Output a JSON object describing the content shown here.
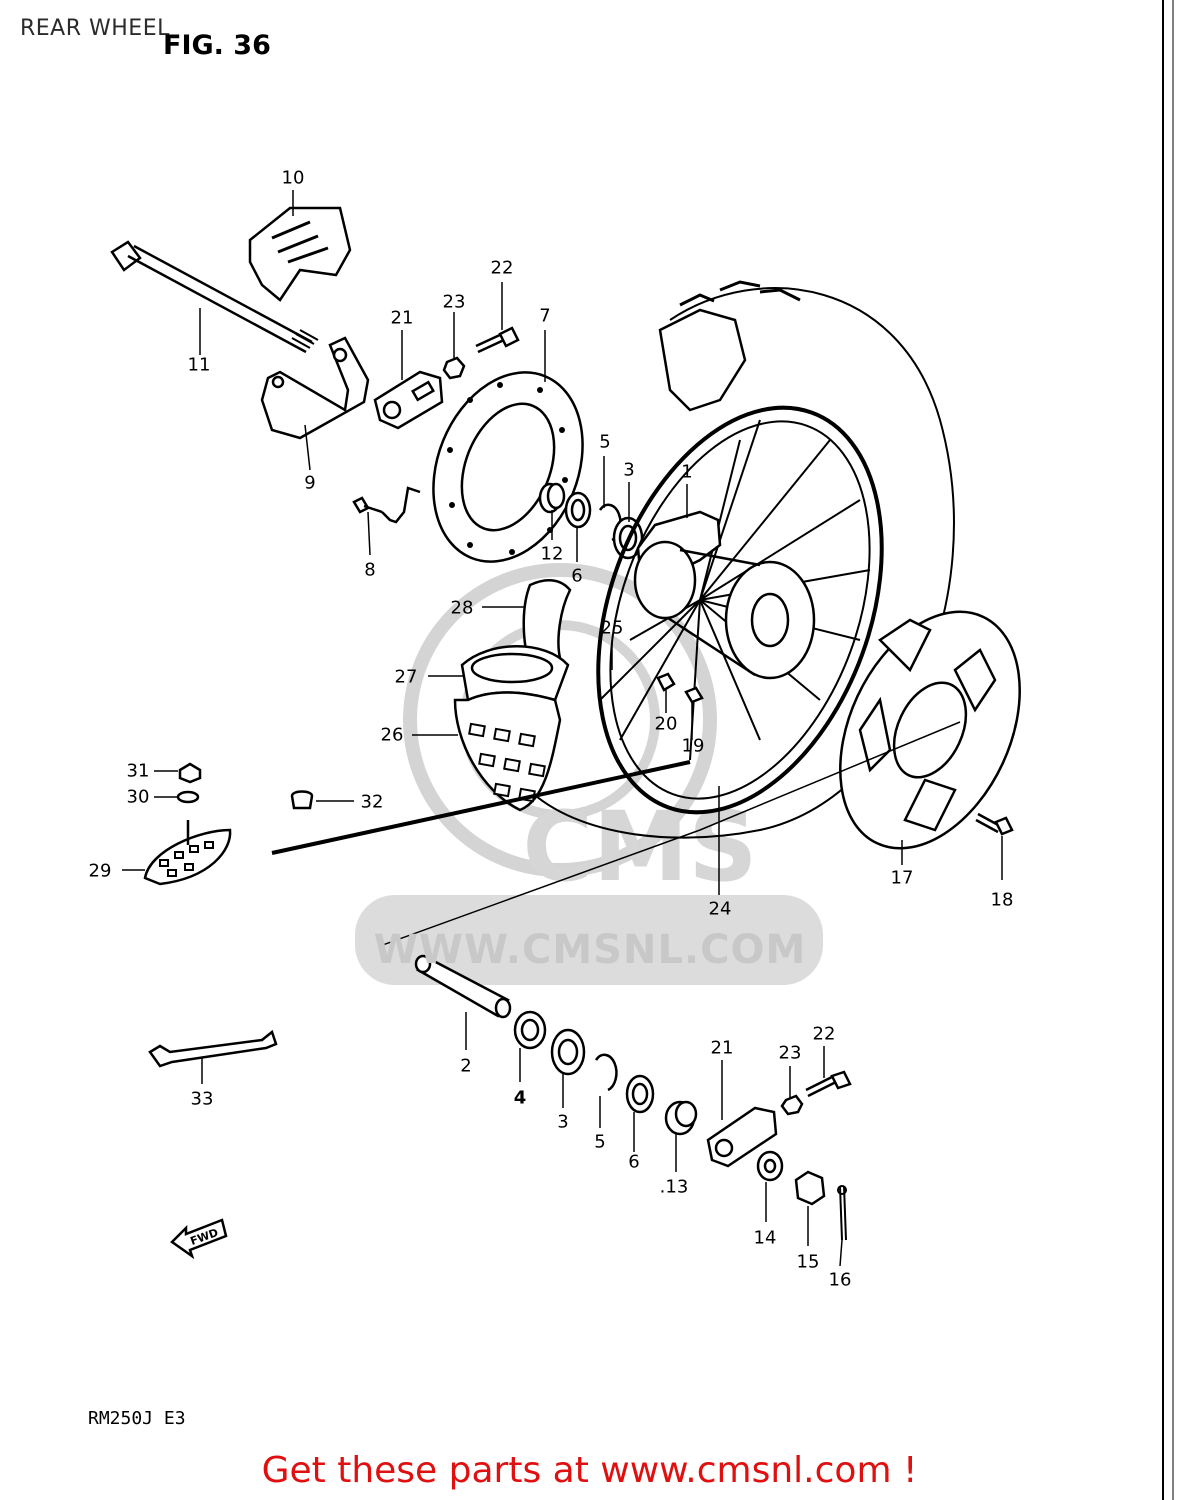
{
  "header": {
    "title": "REAR WHEEL",
    "figure": "FIG. 36"
  },
  "footer": {
    "model": "RM250J  E3",
    "cta": "Get these parts at www.cmsnl.com !"
  },
  "watermark": {
    "brand": "CMS",
    "url": "WWW.CMSNL.COM"
  },
  "fwd_label": "FWD",
  "callouts": [
    {
      "id": "c10",
      "text": "10"
    },
    {
      "id": "c11",
      "text": "11"
    },
    {
      "id": "c9",
      "text": "9"
    },
    {
      "id": "c21a",
      "text": "21"
    },
    {
      "id": "c23a",
      "text": "23"
    },
    {
      "id": "c22a",
      "text": "22"
    },
    {
      "id": "c7",
      "text": "7"
    },
    {
      "id": "c5a",
      "text": "5"
    },
    {
      "id": "c3a",
      "text": "3"
    },
    {
      "id": "c1",
      "text": "1"
    },
    {
      "id": "c12",
      "text": "12"
    },
    {
      "id": "c6a",
      "text": "6"
    },
    {
      "id": "c8",
      "text": "8"
    },
    {
      "id": "c28",
      "text": "28"
    },
    {
      "id": "c25",
      "text": "25"
    },
    {
      "id": "c27",
      "text": "27"
    },
    {
      "id": "c26",
      "text": "26"
    },
    {
      "id": "c20",
      "text": "20"
    },
    {
      "id": "c19",
      "text": "19"
    },
    {
      "id": "c31",
      "text": "31"
    },
    {
      "id": "c30",
      "text": "30"
    },
    {
      "id": "c32",
      "text": "32"
    },
    {
      "id": "c29",
      "text": "29"
    },
    {
      "id": "c24",
      "text": "24"
    },
    {
      "id": "c17",
      "text": "17"
    },
    {
      "id": "c18",
      "text": "18"
    },
    {
      "id": "c2",
      "text": "2"
    },
    {
      "id": "c4",
      "text": "4"
    },
    {
      "id": "c3b",
      "text": "3"
    },
    {
      "id": "c5b",
      "text": "5"
    },
    {
      "id": "c6b",
      "text": "6"
    },
    {
      "id": "c13",
      "text": ".13"
    },
    {
      "id": "c21b",
      "text": "21"
    },
    {
      "id": "c23b",
      "text": "23"
    },
    {
      "id": "c22b",
      "text": "22"
    },
    {
      "id": "c14",
      "text": "14"
    },
    {
      "id": "c15",
      "text": "15"
    },
    {
      "id": "c16",
      "text": "16"
    },
    {
      "id": "c33",
      "text": "33"
    }
  ]
}
